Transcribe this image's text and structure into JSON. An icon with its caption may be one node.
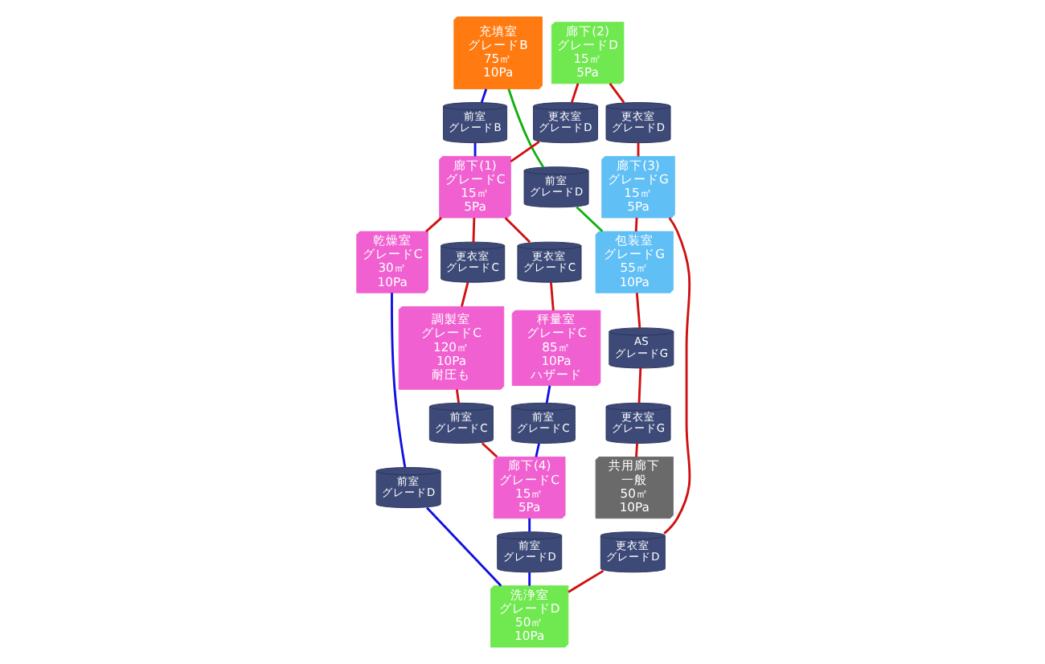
{
  "diagram": {
    "nodes": [
      {
        "text": [
          "充填室",
          "グレードB",
          "75㎡",
          "10Pa"
        ]
      },
      {
        "text": [
          "廊下(1)",
          "グレードC",
          "15㎡",
          "5Pa"
        ]
      },
      {
        "text": [
          "乾燥室",
          "グレードC",
          "30㎡",
          "10Pa"
        ]
      },
      {
        "text": [
          "廊下(2)",
          "グレードD",
          "15㎡",
          "5Pa"
        ]
      },
      {
        "text": [
          "調製室",
          "グレードC",
          "120㎡",
          "10Pa",
          "耐圧も"
        ]
      },
      {
        "text": [
          "秤量室",
          "グレードC",
          "85㎡",
          "10Pa",
          "ハザード"
        ]
      },
      {
        "text": [
          "廊下(3)",
          "グレードG",
          "15㎡",
          "5Pa"
        ]
      },
      {
        "text": [
          "廊下(4)",
          "グレードC",
          "15㎡",
          "5Pa"
        ]
      },
      {
        "text": [
          "洗浄室",
          "グレードD",
          "50㎡",
          "10Pa"
        ]
      },
      {
        "text": [
          "包装室",
          "グレードG",
          "55㎡",
          "10Pa"
        ]
      },
      {
        "text": [
          "共用廊下",
          "一般",
          "50㎡",
          "10Pa"
        ]
      },
      {
        "text": [
          "前室",
          "グレードB"
        ]
      },
      {
        "text": [
          "更衣室",
          "グレードD"
        ]
      },
      {
        "text": [
          "更衣室",
          "グレードC"
        ]
      },
      {
        "text": [
          "更衣室",
          "グレードC"
        ]
      },
      {
        "text": [
          "前室",
          "グレードD"
        ]
      },
      {
        "text": [
          "更衣室",
          "グレードD"
        ]
      },
      {
        "text": [
          "前室",
          "グレードD"
        ]
      },
      {
        "text": [
          "前室",
          "グレードC"
        ]
      },
      {
        "text": [
          "前室",
          "グレードC"
        ]
      },
      {
        "text": [
          "前室",
          "グレードD"
        ]
      },
      {
        "text": [
          "更衣室",
          "グレードD"
        ]
      },
      {
        "text": [
          "AS",
          "グレードG"
        ]
      },
      {
        "text": [
          "更衣室",
          "グレードG"
        ]
      }
    ],
    "edges": [
      {
        "from": 0,
        "to": 11,
        "arrow": "none",
        "color": "#1010e0"
      },
      {
        "from": 11,
        "to": 1,
        "arrow": "none",
        "color": "#1010e0"
      },
      {
        "from": 3,
        "to": 12,
        "arrow": "none"
      },
      {
        "from": 12,
        "to": 1,
        "arrow": "none"
      },
      {
        "from": 1,
        "to": 13,
        "arrow": "none"
      },
      {
        "from": 13,
        "to": 4,
        "arrow": "none"
      },
      {
        "from": 1,
        "to": 14,
        "arrow": "none"
      },
      {
        "from": 14,
        "to": 5,
        "arrow": "none"
      },
      {
        "from": 1,
        "to": 2,
        "arrow": "none"
      },
      {
        "from": 2,
        "to": 15,
        "arrow": "none",
        "color": "#1010e0"
      },
      {
        "from": 15,
        "to": 8,
        "arrow": "none",
        "color": "#1010e0"
      },
      {
        "from": 3,
        "to": 16,
        "arrow": "none"
      },
      {
        "from": 16,
        "to": 6,
        "arrow": "none"
      },
      {
        "from": 0,
        "to": 17,
        "arrow": "none",
        "color": "#10b010"
      },
      {
        "from": 17,
        "to": 9,
        "arrow": "none",
        "color": "#10b010"
      },
      {
        "from": 4,
        "to": 18,
        "arrow": "none"
      },
      {
        "from": 18,
        "to": 7,
        "arrow": "none"
      },
      {
        "from": 5,
        "to": 19,
        "arrow": "none",
        "color": "#1010e0"
      },
      {
        "from": 19,
        "to": 7,
        "arrow": "none",
        "color": "#1010e0"
      },
      {
        "from": 7,
        "to": 20,
        "arrow": "none",
        "color": "#1010e0"
      },
      {
        "from": 20,
        "to": 8,
        "arrow": "none",
        "color": "#1010e0"
      },
      {
        "from": 6,
        "to": 21,
        "arrow": "none"
      },
      {
        "from": 21,
        "to": 8,
        "arrow": "none"
      },
      {
        "from": 6,
        "to": 9,
        "arrow": "none"
      },
      {
        "from": 9,
        "to": 22,
        "arrow": "none"
      },
      {
        "from": 22,
        "to": 23,
        "arrow": "none"
      },
      {
        "from": 23,
        "to": 10,
        "arrow": "none"
      }
    ]
  }
}
